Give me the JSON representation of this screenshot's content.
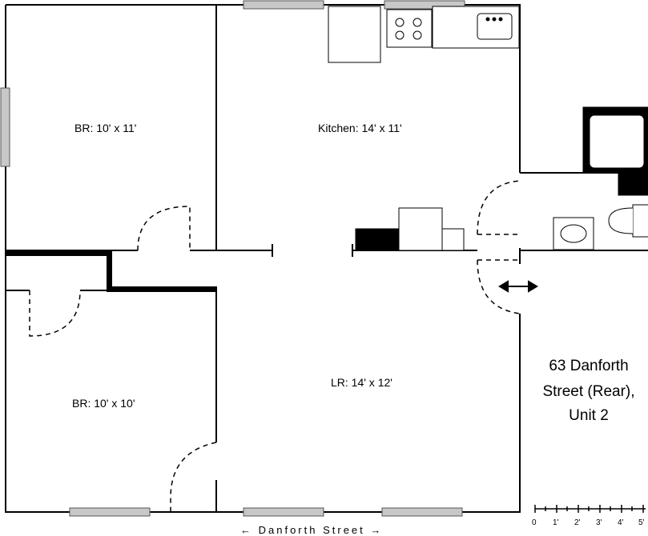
{
  "rooms": {
    "br_top": "BR: 10' x 11'",
    "br_bottom": "BR: 10' x 10'",
    "kitchen": "Kitchen: 14' x 11'",
    "living": "LR: 14' x 12'"
  },
  "address": {
    "line1": "63 Danforth",
    "line2": "Street (Rear),",
    "line3": "Unit 2"
  },
  "street_label": "← Danforth Street →",
  "scale": {
    "ticks": [
      "0",
      "1'",
      "2'",
      "3'",
      "4'",
      "5'"
    ]
  }
}
